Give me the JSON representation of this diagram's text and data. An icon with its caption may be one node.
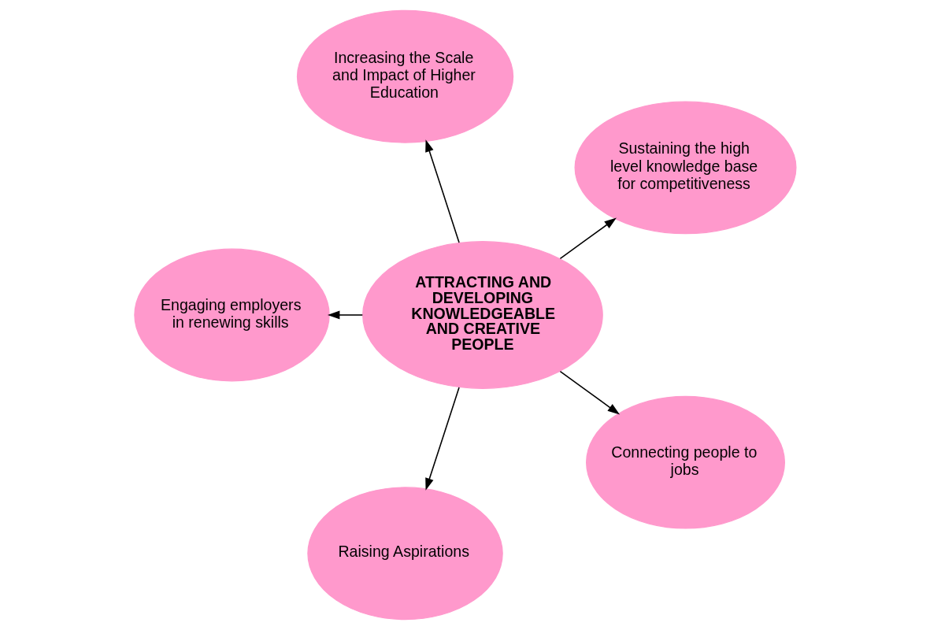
{
  "diagram": {
    "nodes": [
      {
        "text": [
          "Sustaining the high level knowledge base for competitiveness"
        ]
      },
      {
        "text": [
          "Increasing the Scale and Impact of Higher Education"
        ]
      },
      {
        "text": [
          "Engaging employers in renewing skills"
        ]
      },
      {
        "text": [
          "ATTRACTING AND DEVELOPING KNOWLEDGEABLE AND CREATIVE PEOPLE"
        ]
      },
      {
        "text": [
          "Raising Aspirations"
        ]
      },
      {
        "text": [
          "Connecting people to jobs"
        ]
      }
    ],
    "edges": [
      {
        "from": 3,
        "to": 0,
        "arrow": "to"
      },
      {
        "from": 3,
        "to": 1,
        "arrow": "to"
      },
      {
        "from": 3,
        "to": 2,
        "arrow": "to"
      },
      {
        "from": 3,
        "to": 4,
        "arrow": "to"
      },
      {
        "from": 3,
        "to": 5,
        "arrow": "to"
      }
    ]
  }
}
